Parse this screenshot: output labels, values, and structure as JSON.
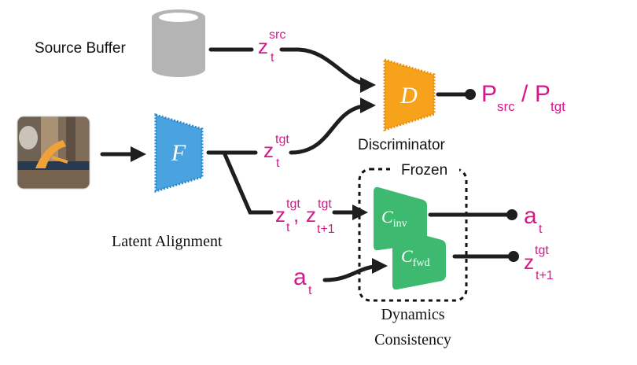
{
  "labels": {
    "source_buffer": "Source Buffer",
    "discriminator": "Discriminator",
    "latent_alignment": "Latent Alignment",
    "frozen": "Frozen",
    "dynamics_line1": "Dynamics",
    "dynamics_line2": "Consistency"
  },
  "modules": {
    "encoder": "F",
    "discriminator": "D",
    "inverse_model": {
      "base": "C",
      "sub": "inv"
    },
    "forward_model": {
      "base": "C",
      "sub": "fwd"
    }
  },
  "symbols": {
    "z": "z",
    "t": "t",
    "t_plus_1": "t+1",
    "src": "src",
    "tgt": "tgt",
    "a": "a",
    "P": "P",
    "slash": "/",
    "comma": ","
  },
  "colors": {
    "magenta": "#d6198a",
    "encoder_blue": "#4aa3df",
    "disc_orange": "#f7a21b",
    "model_green": "#3dba6f",
    "buffer_gray": "#b4b4b4",
    "arrow": "#1e1e1e"
  },
  "icons": {
    "source_buffer": "cylinder-database-icon",
    "observation": "robot-camera-frame-image"
  }
}
